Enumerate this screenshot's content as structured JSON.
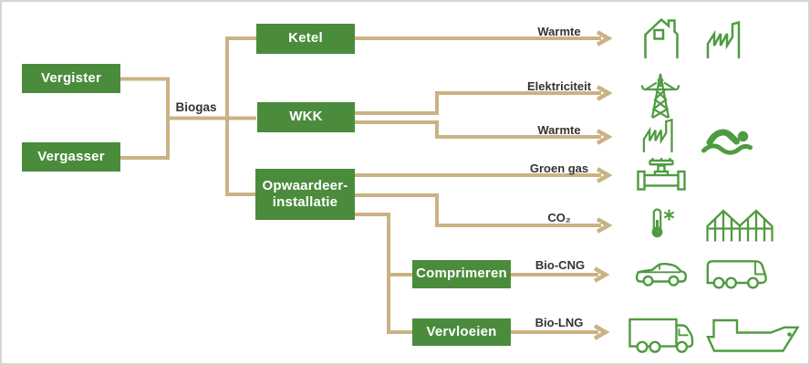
{
  "colors": {
    "box_green": "#4a8c3c",
    "icon_green": "#4f9b40",
    "line_tan": "#cab284",
    "label_dark": "#34332f",
    "box_text": "#ffffff",
    "border_gray": "#d5d5d3"
  },
  "junction_label": "Biogas",
  "nodes": {
    "vergister": {
      "label": "Vergister"
    },
    "vergasser": {
      "label": "Vergasser"
    },
    "ketel": {
      "label": "Ketel"
    },
    "wkk": {
      "label": "WKK"
    },
    "opwaardeerinstallatie": {
      "label_line1": "Opwaardeer-",
      "label_line2": "installatie"
    },
    "comprimeren": {
      "label": "Comprimeren"
    },
    "vervloeien": {
      "label": "Vervloeien"
    }
  },
  "flows": [
    {
      "label": "Warmte",
      "source": "Ketel",
      "targets": [
        "house-icon",
        "factory-icon"
      ]
    },
    {
      "label": "Elektriciteit",
      "source": "WKK",
      "targets": [
        "power-pylon-icon"
      ]
    },
    {
      "label": "Warmte",
      "source": "WKK",
      "targets": [
        "factory-icon",
        "swimmer-icon"
      ]
    },
    {
      "label": "Groen gas",
      "source": "Opwaardeerinstallatie",
      "targets": [
        "gas-valve-icon"
      ]
    },
    {
      "label": "CO₂",
      "source": "Opwaardeerinstallatie",
      "targets": [
        "thermometer-cold-icon",
        "greenhouse-icon"
      ]
    },
    {
      "label": "Bio-CNG",
      "source": "Comprimeren",
      "targets": [
        "car-icon",
        "bus-icon"
      ]
    },
    {
      "label": "Bio-LNG",
      "source": "Vervloeien",
      "targets": [
        "truck-icon",
        "ship-icon"
      ]
    }
  ]
}
